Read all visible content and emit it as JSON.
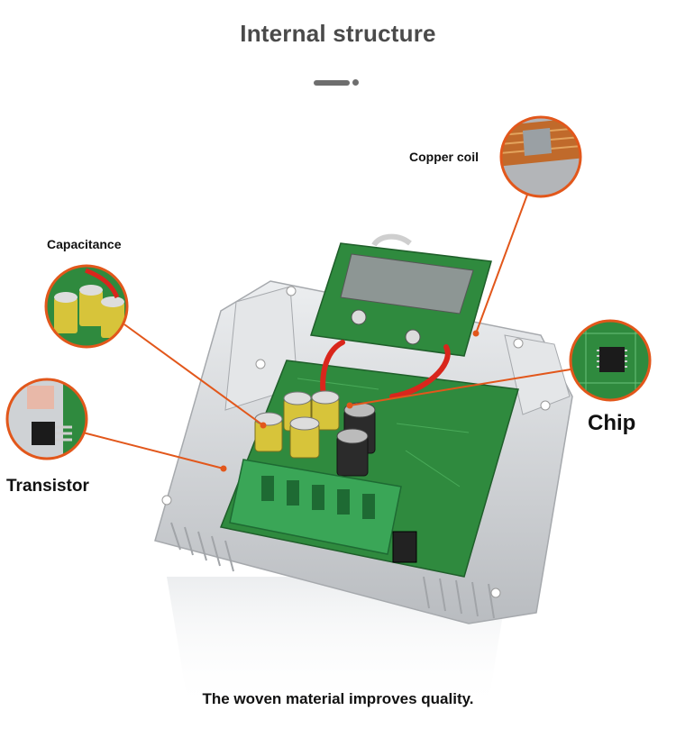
{
  "header": {
    "title": "Internal structure"
  },
  "callouts": {
    "copper_coil": "Copper coil",
    "capacitance": "Capacitance",
    "chip": "Chip",
    "transistor": "Transistor"
  },
  "footer": {
    "caption": "The woven material improves quality."
  },
  "colors": {
    "leader_line": "#e2571b",
    "pcb_green": "#2f8a3e",
    "terminal_green": "#3aa657",
    "heatsink": "#d9dcdf",
    "title_text": "#4a4a4a"
  }
}
